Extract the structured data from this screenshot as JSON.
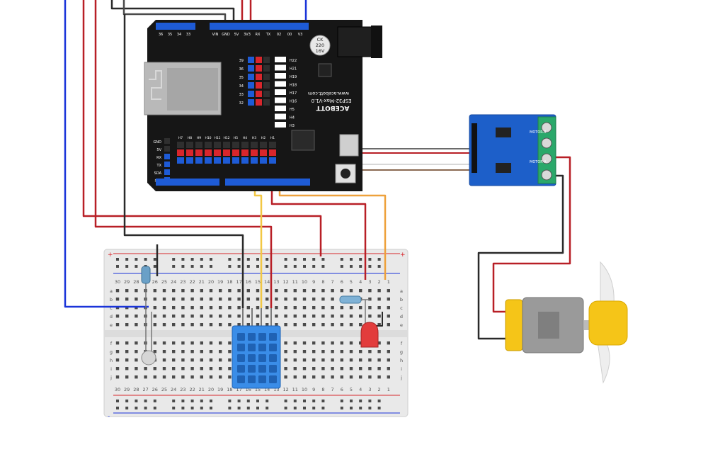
{
  "board": {
    "brand": "ACEBOTT",
    "model": "ESP32-Max-V1.0",
    "site": "www.acebott.com",
    "cap_text_1": "CK",
    "cap_text_2": "220",
    "cap_text_3": "16V",
    "top_header_left": [
      "36",
      "35",
      "34",
      "33"
    ],
    "top_header_right": [
      "VIN",
      "GND",
      "5V",
      "3V3",
      "RX",
      "TX",
      "02",
      "00",
      "V3"
    ],
    "middle_rows": [
      "39",
      "36",
      "35",
      "34",
      "33",
      "32"
    ],
    "middle_right": [
      "H22",
      "H21",
      "H19",
      "H18",
      "H17",
      "H16",
      "H5",
      "H4",
      "H3"
    ],
    "bottom_header": [
      "H7",
      "H8",
      "H9",
      "H10",
      "H11",
      "H12",
      "H5",
      "H4",
      "H3",
      "H2",
      "H1"
    ],
    "left_labels": [
      "GND",
      "5V",
      "RX",
      "TX",
      "SDA",
      "SCL"
    ]
  },
  "driver": {
    "labels": [
      "MOTOR-B",
      "MOTOR-A"
    ]
  },
  "breadboard": {
    "columns": [
      "30",
      "29",
      "28",
      "27",
      "26",
      "25",
      "24",
      "23",
      "22",
      "21",
      "20",
      "19",
      "18",
      "17",
      "16",
      "15",
      "14",
      "13",
      "12",
      "11",
      "10",
      "9",
      "8",
      "7",
      "6",
      "5",
      "4",
      "3",
      "2",
      "1"
    ],
    "rows_top": [
      "a",
      "b",
      "c",
      "d",
      "e"
    ],
    "rows_bottom": [
      "f",
      "g",
      "h",
      "i",
      "j"
    ],
    "plus": "+",
    "minus": "-"
  },
  "colors": {
    "board": "#161616",
    "header_blue": "#1e5bd6",
    "header_red": "#d8262c",
    "driver_blue": "#1d5fc9",
    "terminal_green": "#2aa86a",
    "wire_red": "#b81f26",
    "wire_blue": "#1a34d9",
    "wire_black": "#2a2a2a",
    "wire_gray": "#6b6b6b",
    "wire_yellow": "#f2c744",
    "wire_orange": "#eea13c",
    "wire_brown": "#8a6a52",
    "sensor_blue": "#3a8de8",
    "led_red": "#e23c3c",
    "motor_yellow": "#f5c518",
    "motor_gray": "#9a9a9a"
  }
}
